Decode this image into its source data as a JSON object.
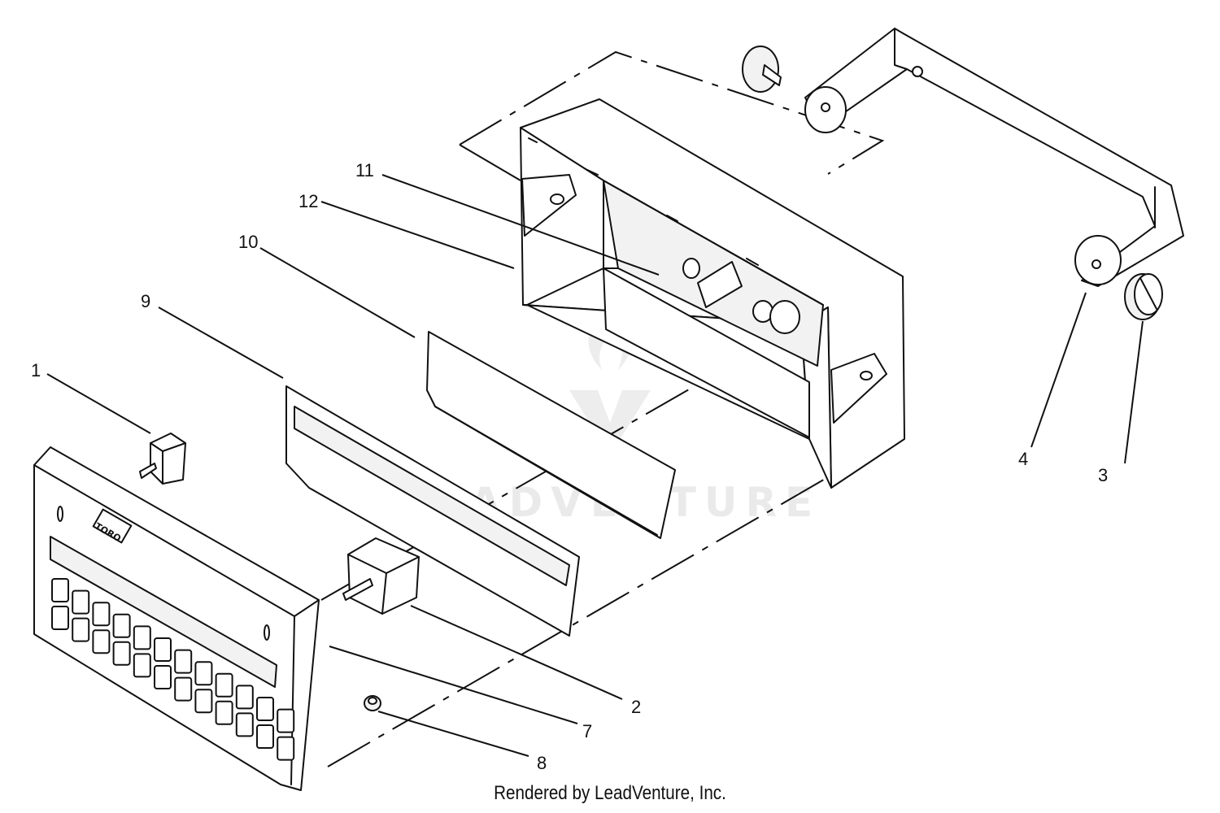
{
  "callouts": [
    {
      "id": "1",
      "label": "1"
    },
    {
      "id": "2",
      "label": "2"
    },
    {
      "id": "3",
      "label": "3"
    },
    {
      "id": "4",
      "label": "4"
    },
    {
      "id": "7",
      "label": "7"
    },
    {
      "id": "8",
      "label": "8"
    },
    {
      "id": "9",
      "label": "9"
    },
    {
      "id": "10",
      "label": "10"
    },
    {
      "id": "11",
      "label": "11"
    },
    {
      "id": "12",
      "label": "12"
    }
  ],
  "panel_logo": "TORO",
  "watermark": "LEADVENTURE",
  "footer": "Rendered by LeadVenture, Inc."
}
